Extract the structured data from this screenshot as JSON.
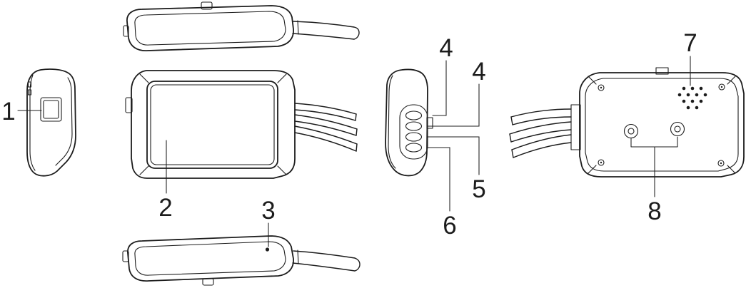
{
  "figure": {
    "ink": "#1c1c1c",
    "background": "#ffffff",
    "callouts": [
      {
        "label": "1"
      },
      {
        "label": "2"
      },
      {
        "label": "3"
      },
      {
        "label": "4"
      },
      {
        "label": "4"
      },
      {
        "label": "5"
      },
      {
        "label": "6"
      },
      {
        "label": "7"
      },
      {
        "label": "8"
      }
    ]
  }
}
